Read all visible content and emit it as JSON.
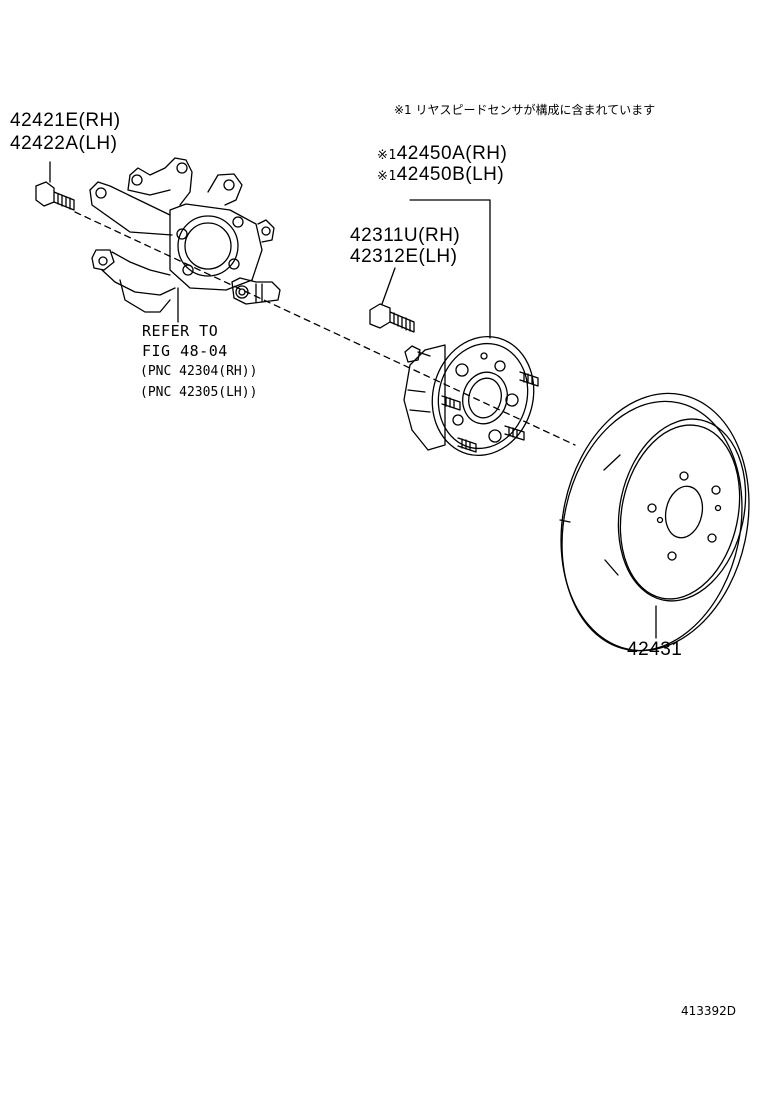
{
  "note": "※1 リヤスピードセンサが構成に含まれています",
  "parts": {
    "bolt_knuckle": {
      "rh": "42421E(RH)",
      "lh": "42422A(LH)"
    },
    "hub_bearing": {
      "mark": "※1",
      "rh": "42450A(RH)",
      "lh": "42450B(LH)"
    },
    "hub_bolt": {
      "rh": "42311U(RH)",
      "lh": "42312E(LH)"
    },
    "disc": {
      "number": "42431"
    }
  },
  "refer": {
    "line1": "REFER TO",
    "line2": "FIG 48-04",
    "line3": "(PNC 42304(RH))",
    "line4": "(PNC 42305(LH))"
  },
  "figure_id": "413392D"
}
